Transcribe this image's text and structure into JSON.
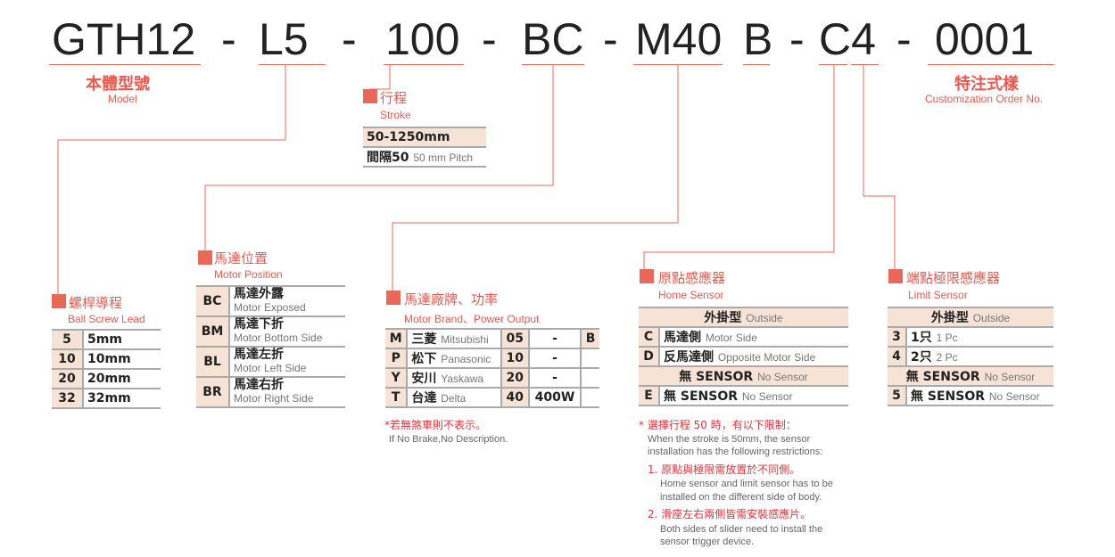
{
  "code": [
    "GTH12",
    "-",
    "L5",
    "-",
    "100",
    "-",
    "BC",
    "-",
    "M40",
    "B",
    "-",
    "C4",
    "-",
    "0001"
  ],
  "model": {
    "title": "本體型號",
    "sub": "Model"
  },
  "custom": {
    "title": "特注式樣",
    "sub": "Customization Order No."
  },
  "stroke": {
    "title": "行程",
    "sub": "Stroke",
    "range": "50-1250mm",
    "pitch_zh": "間隔50",
    "pitch_en": "50 mm Pitch"
  },
  "lead": {
    "title": "螺桿導程",
    "sub": "Ball Screw Lead",
    "rows": [
      [
        "5",
        "5mm"
      ],
      [
        "10",
        "10mm"
      ],
      [
        "20",
        "20mm"
      ],
      [
        "32",
        "32mm"
      ]
    ]
  },
  "position": {
    "title": "馬達位置",
    "sub": "Motor Position",
    "rows": [
      [
        "BC",
        "馬達外露",
        "Motor Exposed"
      ],
      [
        "BM",
        "馬達下折",
        "Motor Bottom Side"
      ],
      [
        "BL",
        "馬達左折",
        "Motor Left Side"
      ],
      [
        "BR",
        "馬達右折",
        "Motor Right Side"
      ]
    ]
  },
  "brand": {
    "title": "馬達廠牌、功率",
    "sub": "Motor Brand、Power Output",
    "rows": [
      [
        "M",
        "三菱",
        "Mitsubishi",
        "05",
        "-"
      ],
      [
        "P",
        "松下",
        "Panasonic",
        "10",
        "-"
      ],
      [
        "Y",
        "安川",
        "Yaskawa",
        "20",
        "-"
      ],
      [
        "T",
        "台達",
        "Delta",
        "40",
        "400W"
      ]
    ],
    "brake": "B",
    "note_zh": "*若無煞車則不表示。",
    "note_en": "If No Brake,No Description."
  },
  "home": {
    "title": "原點感應器",
    "sub": "Home Sensor",
    "outside_zh": "外掛型",
    "outside_en": "Outside",
    "rows": [
      [
        "C",
        "馬達側",
        "Motor Side"
      ],
      [
        "D",
        "反馬達側",
        "Opposite Motor Side"
      ]
    ],
    "none_zh": "無 SENSOR",
    "none_en": "No Sensor",
    "e_key": "E",
    "notes": {
      "star_zh": "* 選擇行程 50 時，有以下限制：",
      "star_en1": "When the stroke is 50mm, the sensor",
      "star_en2": "installation has the following restrictions:",
      "n1_zh": "1. 原點與極限需放置於不同側。",
      "n1_en1": "Home sensor and limit sensor has to be",
      "n1_en2": "installed on the different side of body.",
      "n2_zh": "2. 滑座左右兩側皆需安裝感應片。",
      "n2_en1": "Both sides of slider need to install the",
      "n2_en2": "sensor trigger device."
    }
  },
  "limit": {
    "title": "端點極限感應器",
    "sub": "Limit Sensor",
    "outside_zh": "外掛型",
    "outside_en": "Outside",
    "rows": [
      [
        "3",
        "1只",
        "1 Pc"
      ],
      [
        "4",
        "2只",
        "2 Pc"
      ]
    ],
    "none_zh": "無 SENSOR",
    "none_en": "No Sensor",
    "five_key": "5"
  },
  "colors": {
    "accent": "#e8685a",
    "table_bg": "#f7e3d6",
    "note_red": "#e8303a"
  }
}
